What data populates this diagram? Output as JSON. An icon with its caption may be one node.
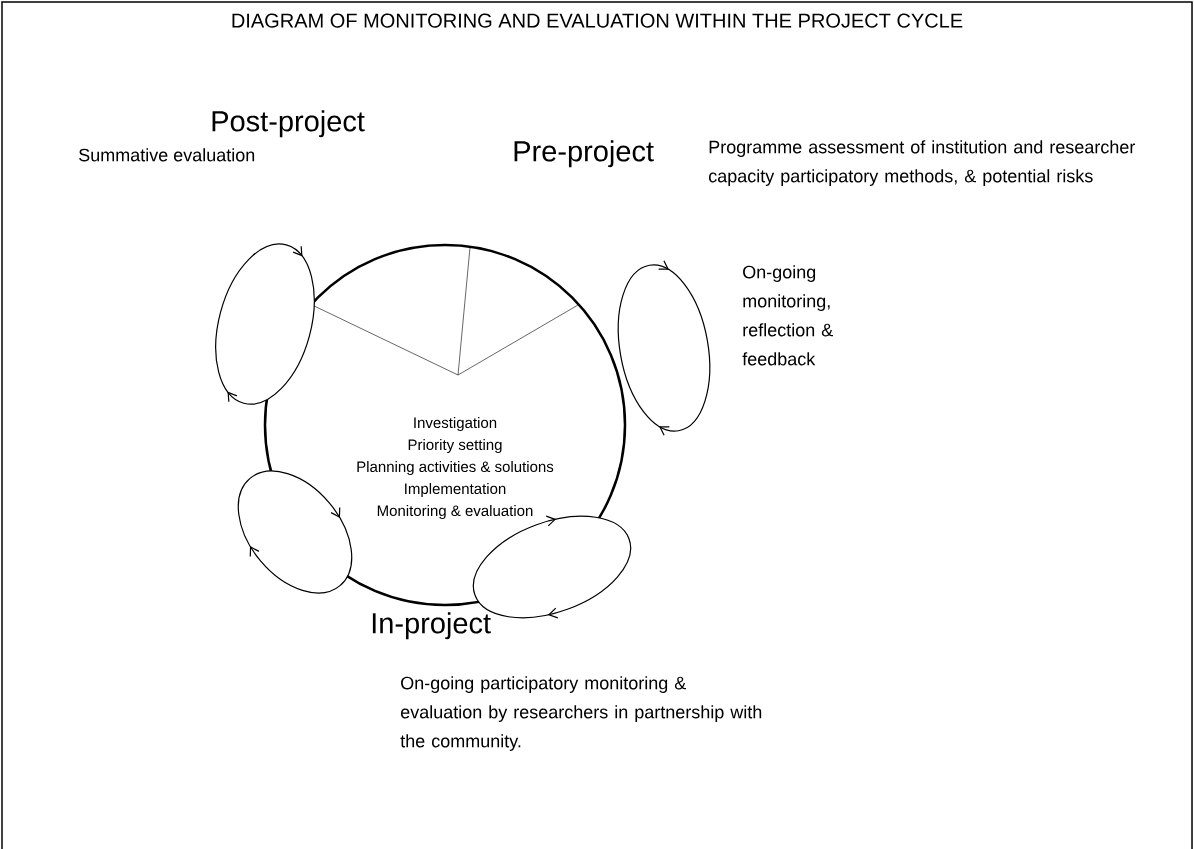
{
  "diagram": {
    "title": "DIAGRAM OF MONITORING AND EVALUATION WITHIN THE PROJECT CYCLE",
    "nodes": [
      {
        "text": [
          "Investigation",
          "Priority setting",
          "Planning activities & solutions",
          "Implementation",
          "Monitoring & evaluation"
        ]
      }
    ],
    "labels": [
      "Post-project",
      "Summative evaluation",
      "Pre-project",
      "Programme assessment of institution and researcher capacity participatory methods, & potential risks",
      "On-going monitoring, reflection & feedback",
      "In-project",
      "On-going participatory monitoring & evaluation by researchers in partnership with the community."
    ]
  }
}
